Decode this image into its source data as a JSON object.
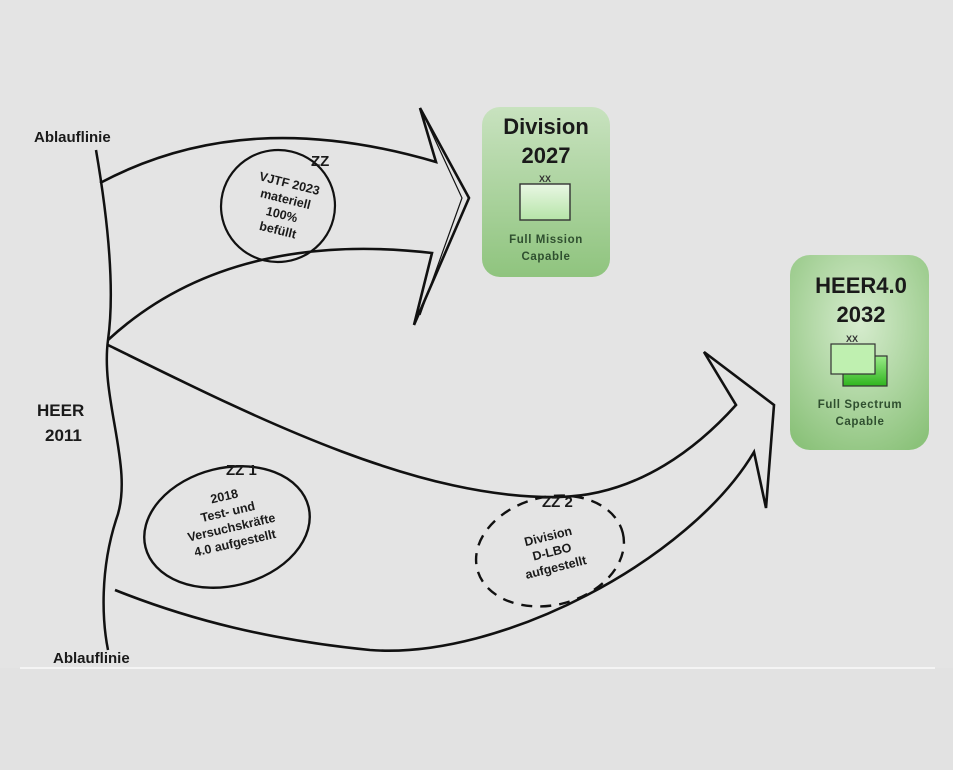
{
  "labels": {
    "ablauflinie_top": "Ablauflinie",
    "ablauflinie_bottom": "Ablauflinie",
    "heer2011_line1": "HEER",
    "heer2011_line2": "2011"
  },
  "zz_top": {
    "head": "ZZ",
    "lines": [
      "VJTF 2023",
      "materiell",
      "100%",
      "befüllt"
    ]
  },
  "zz1": {
    "head": "ZZ 1",
    "lines": [
      "2018",
      "Test- und",
      "Versuchskräfte",
      "4.0 aufgestellt"
    ]
  },
  "zz2": {
    "head": "ZZ 2",
    "lines": [
      "Division",
      "D-LBO",
      "aufgestellt"
    ]
  },
  "goal_division": {
    "title_line1": "Division",
    "title_line2": "2027",
    "symbol_marker": "XX",
    "caption_line1": "Full Mission",
    "caption_line2": "Capable"
  },
  "goal_heer": {
    "title_line1": "HEER4.0",
    "title_line2": "2032",
    "symbol_marker": "XX",
    "caption_line1": "Full Spectrum",
    "caption_line2": "Capable"
  },
  "colors": {
    "background": "#e4e4e4",
    "goal_box_top": "#bfdcb4",
    "goal_box_bottom": "#8fc47e",
    "symbol_fill": "#daf0d4",
    "symbol_fill_bright": "#4fcf3c",
    "line": "#111111"
  }
}
